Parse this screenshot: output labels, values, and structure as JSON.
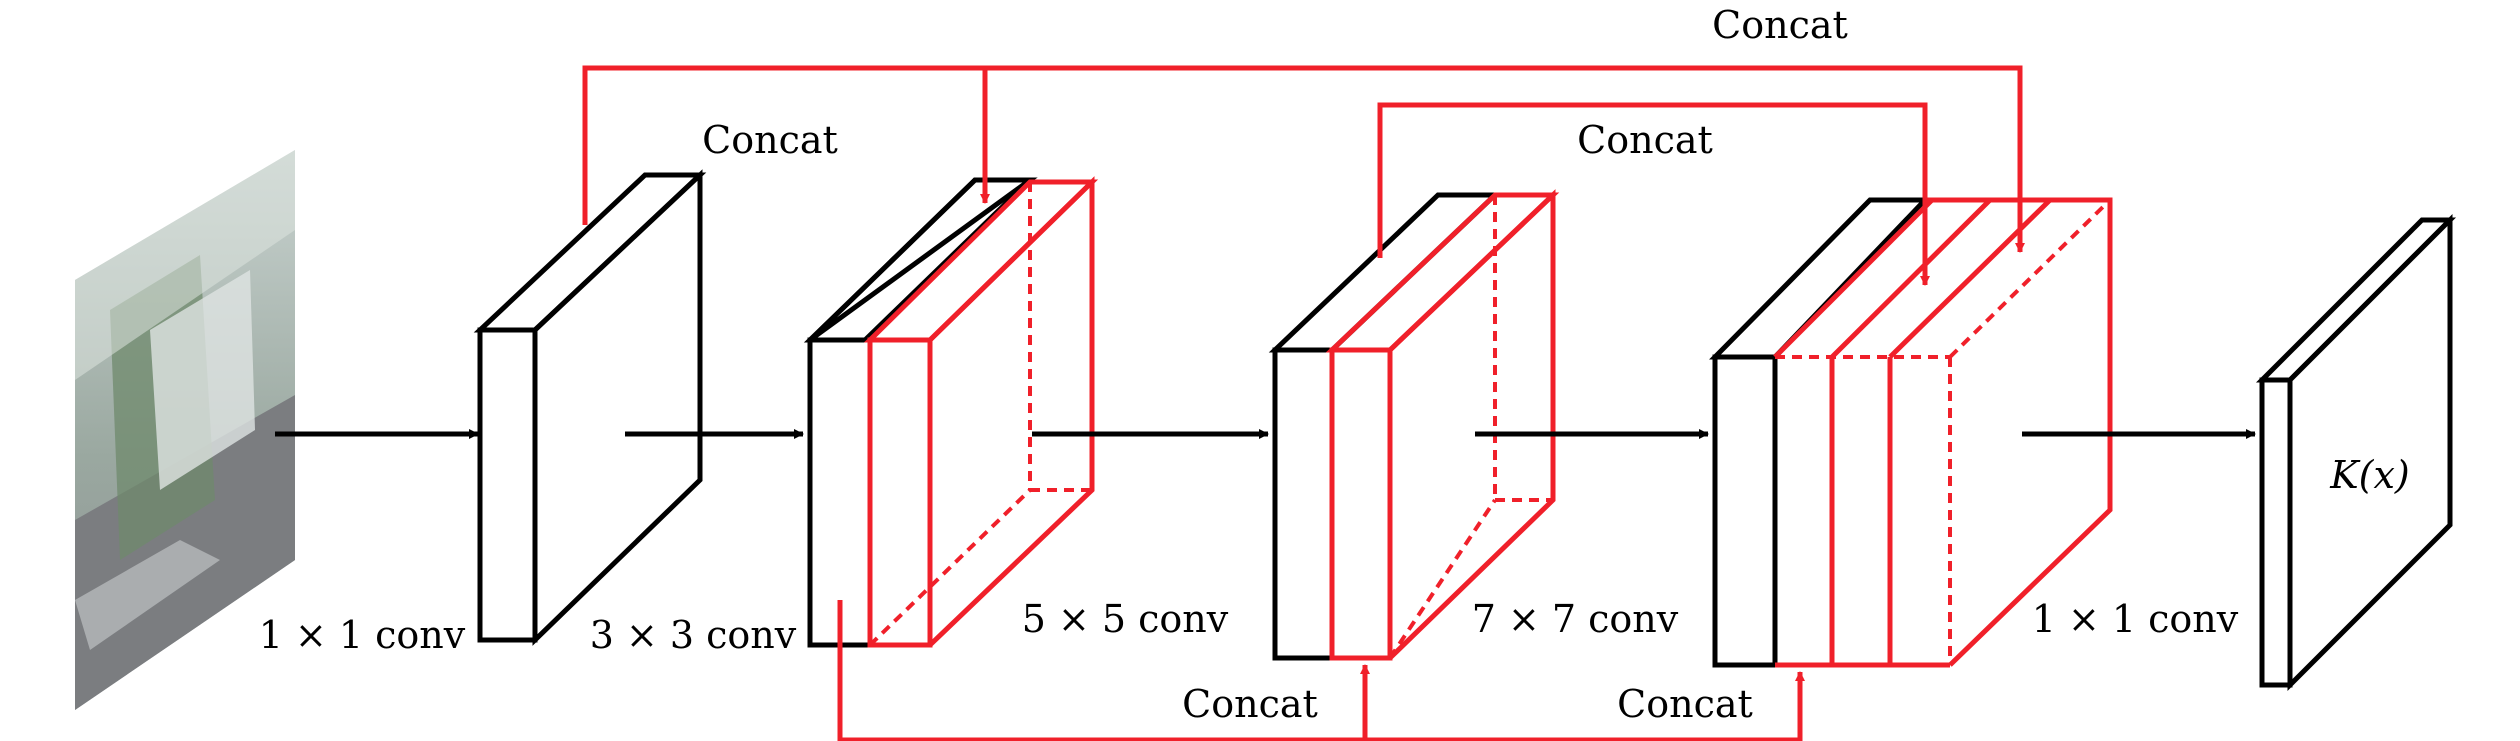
{
  "labels": {
    "conv1": "1 × 1 conv",
    "conv3": "3 × 3 conv",
    "conv5": "5 × 5 conv",
    "conv7": "7 × 7 conv",
    "conv1_out": "1 × 1 conv",
    "output": "K(x)"
  },
  "concat": {
    "top_outer": "Concat",
    "top_first": "Concat",
    "top_inner": "Concat",
    "bottom_first": "Concat",
    "bottom_second": "Concat"
  },
  "colors": {
    "stroke": "#000000",
    "concat": "#f0202a"
  }
}
